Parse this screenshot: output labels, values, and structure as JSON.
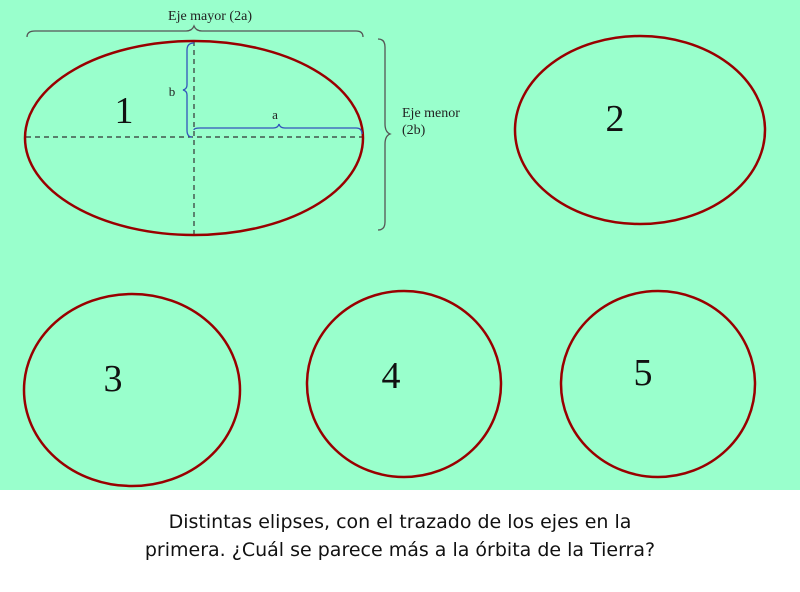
{
  "labels": {
    "major_axis": "Eje mayor (2a)",
    "minor_axis_line1": "Eje menor",
    "minor_axis_line2": "(2b)",
    "a": "a",
    "b": "b"
  },
  "ellipses": [
    {
      "number": "1"
    },
    {
      "number": "2"
    },
    {
      "number": "3"
    },
    {
      "number": "4"
    },
    {
      "number": "5"
    }
  ],
  "caption": {
    "line1": "Distintas elipses, con el trazado de los ejes en la",
    "line2": "primera. ¿Cuál se parece más a la órbita de la Tierra?"
  },
  "colors": {
    "background": "#99ffcc",
    "ellipse": "#990000",
    "bracket_blue": "#3355bb",
    "bracket_gray": "#555555"
  }
}
